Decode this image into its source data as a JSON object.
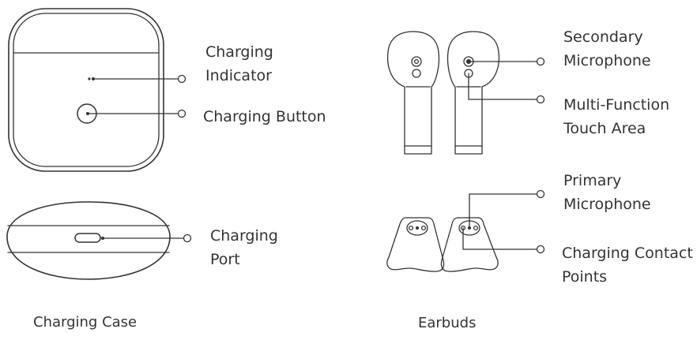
{
  "labels": {
    "charging_indicator": [
      "Charging",
      "Indicator"
    ],
    "charging_button": "Charging Button",
    "charging_port": [
      "Charging",
      "Port"
    ],
    "secondary_microphone": [
      "Secondary",
      "Microphone"
    ],
    "multi_function_touch_area": [
      "Multi-Function",
      "Touch Area"
    ],
    "primary_microphone": [
      "Primary",
      "Microphone"
    ],
    "charging_contact_points": [
      "Charging Contact",
      "Points"
    ]
  },
  "captions": {
    "charging_case": "Charging Case",
    "earbuds": "Earbuds"
  },
  "colors": {
    "stroke": "#333333",
    "background": "#ffffff"
  }
}
